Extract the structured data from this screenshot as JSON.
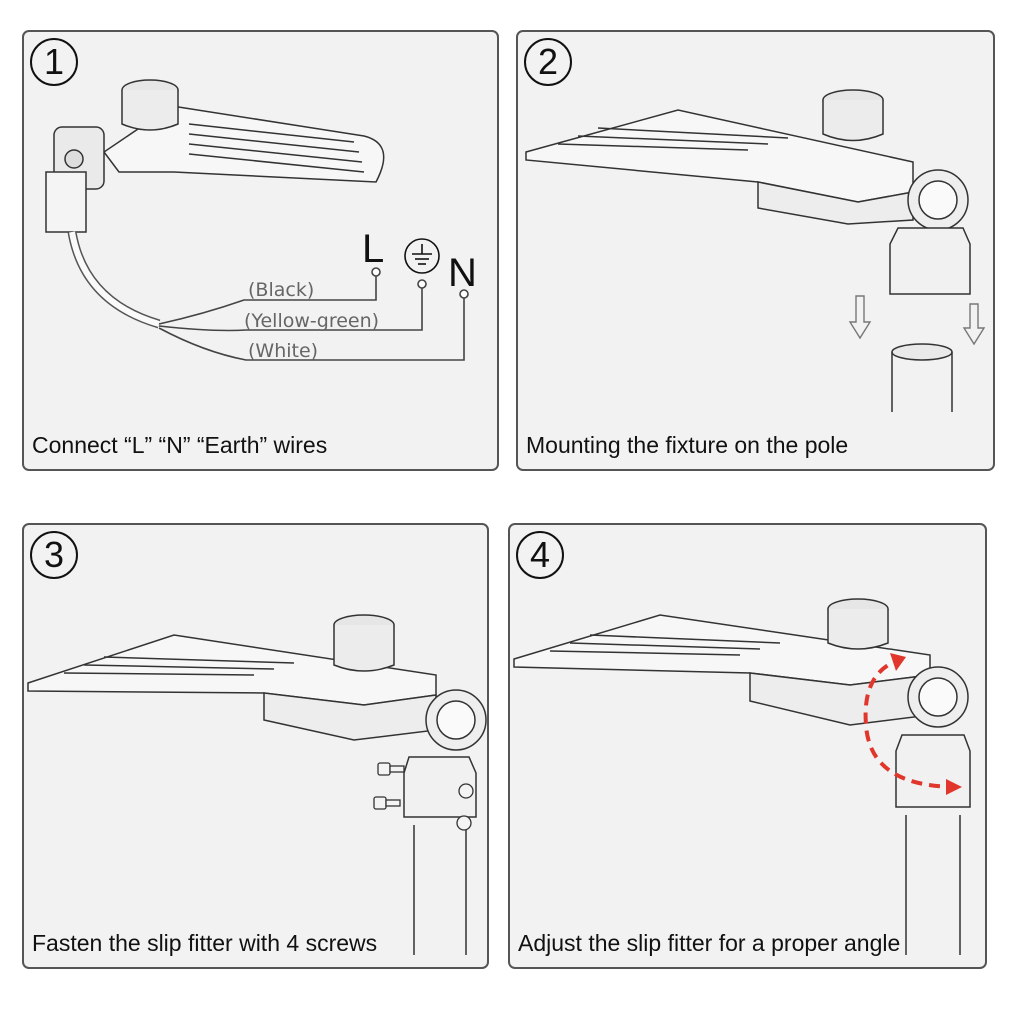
{
  "steps": [
    {
      "number": "1",
      "caption": "Connect “L” “N” “Earth” wires",
      "terminals": {
        "live": "L",
        "neutral": "N"
      },
      "wires": [
        "(Black)",
        "(Yellow-green)",
        "(White)"
      ],
      "icons": [
        "earth-ground-icon"
      ]
    },
    {
      "number": "2",
      "caption": "Mounting the fixture on the pole",
      "icons": [
        "down-arrow-icon"
      ]
    },
    {
      "number": "3",
      "caption": "Fasten the slip fitter with 4 screws",
      "icons": [
        "screw-icon"
      ]
    },
    {
      "number": "4",
      "caption": "Adjust the slip fitter for a proper angle",
      "icons": [
        "rotate-arrow-icon"
      ],
      "colors": {
        "arrow": "#e0362b"
      }
    }
  ]
}
